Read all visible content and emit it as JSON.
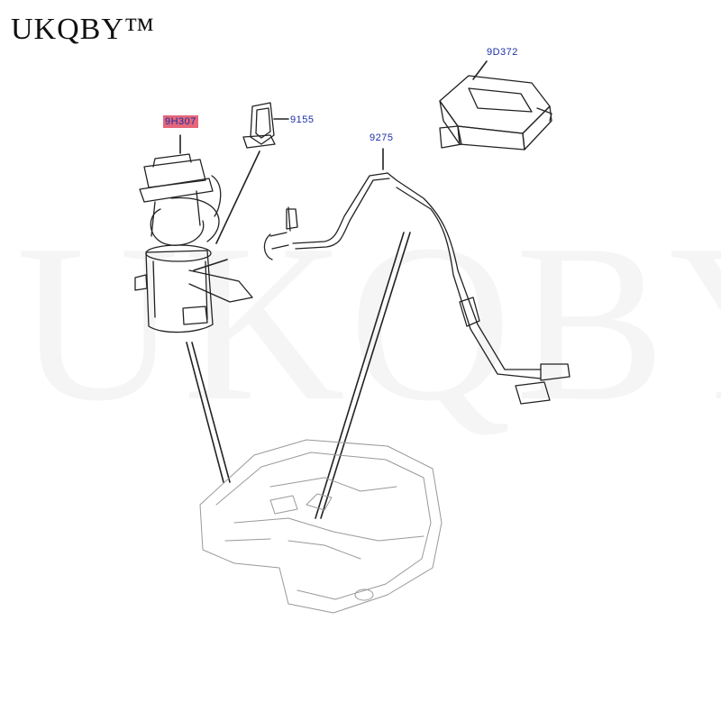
{
  "brand": {
    "text": "UKQBY™"
  },
  "watermark": {
    "text": "UKQBY™"
  },
  "callouts": {
    "fuel_pump": "9H307",
    "seal": "9155",
    "pipe": "9275",
    "module": "9D372"
  },
  "colors": {
    "callout_text": "#1a2fa8",
    "highlight": "#e4677a",
    "line": "#222222"
  }
}
